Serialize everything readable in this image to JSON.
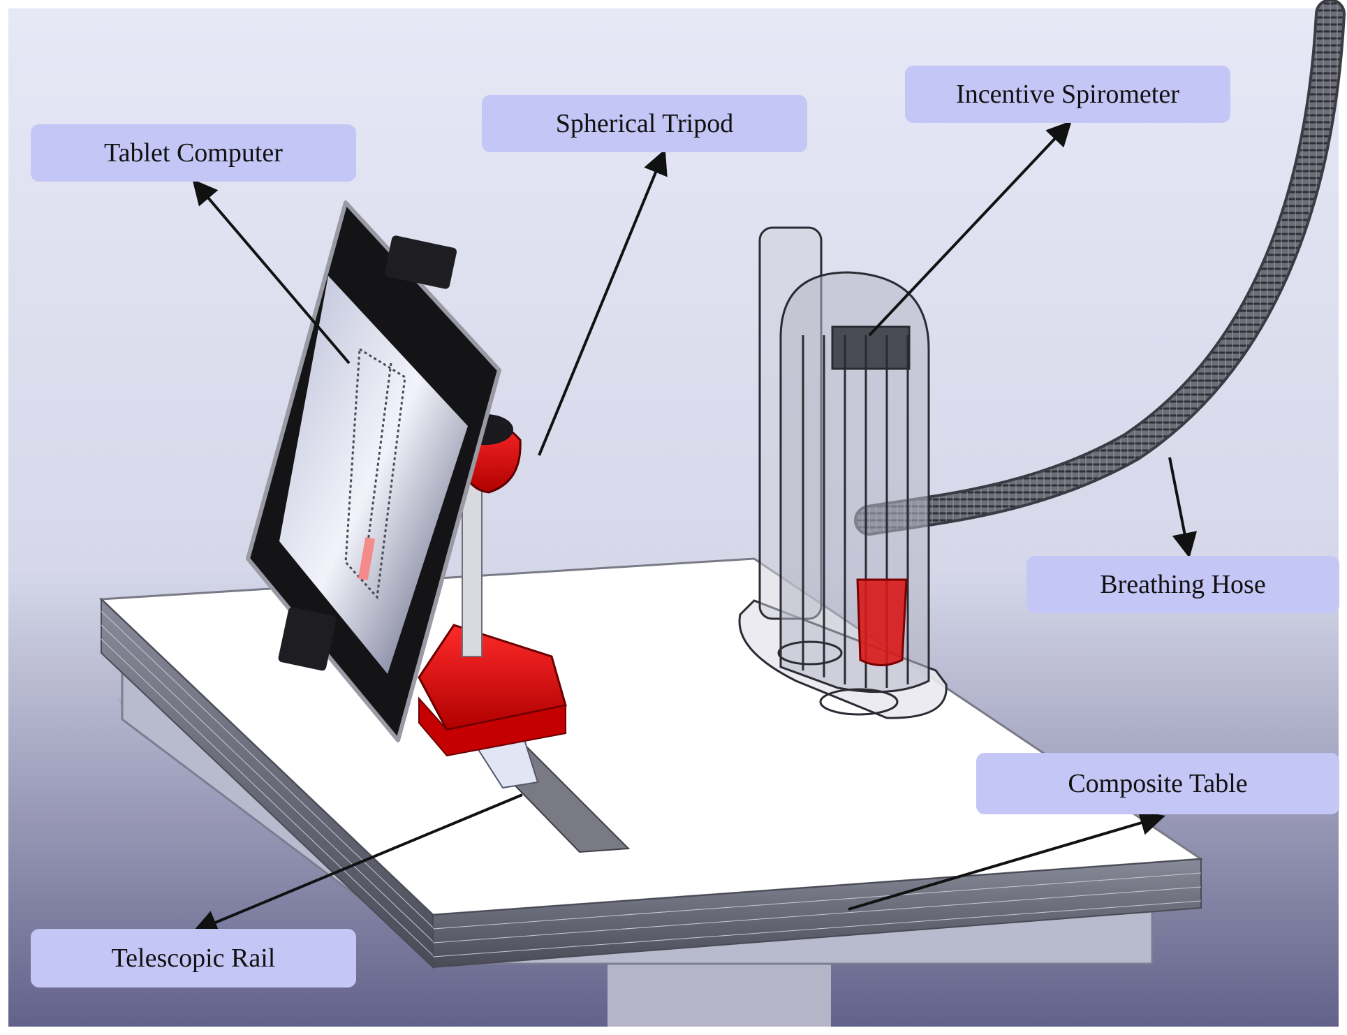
{
  "labels": {
    "tablet_computer": "Tablet Computer",
    "spherical_tripod": "Spherical Tripod",
    "incentive_spirometer": "Incentive Spirometer",
    "breathing_hose": "Breathing Hose",
    "composite_table": "Composite Table",
    "telescopic_rail": "Telescopic Rail"
  },
  "colors": {
    "label_fill": "#c4c6f6",
    "accent_red": "#e00000",
    "arrow": "#111111",
    "background_top": "#e6e8f6",
    "background_bottom": "#63628a"
  }
}
